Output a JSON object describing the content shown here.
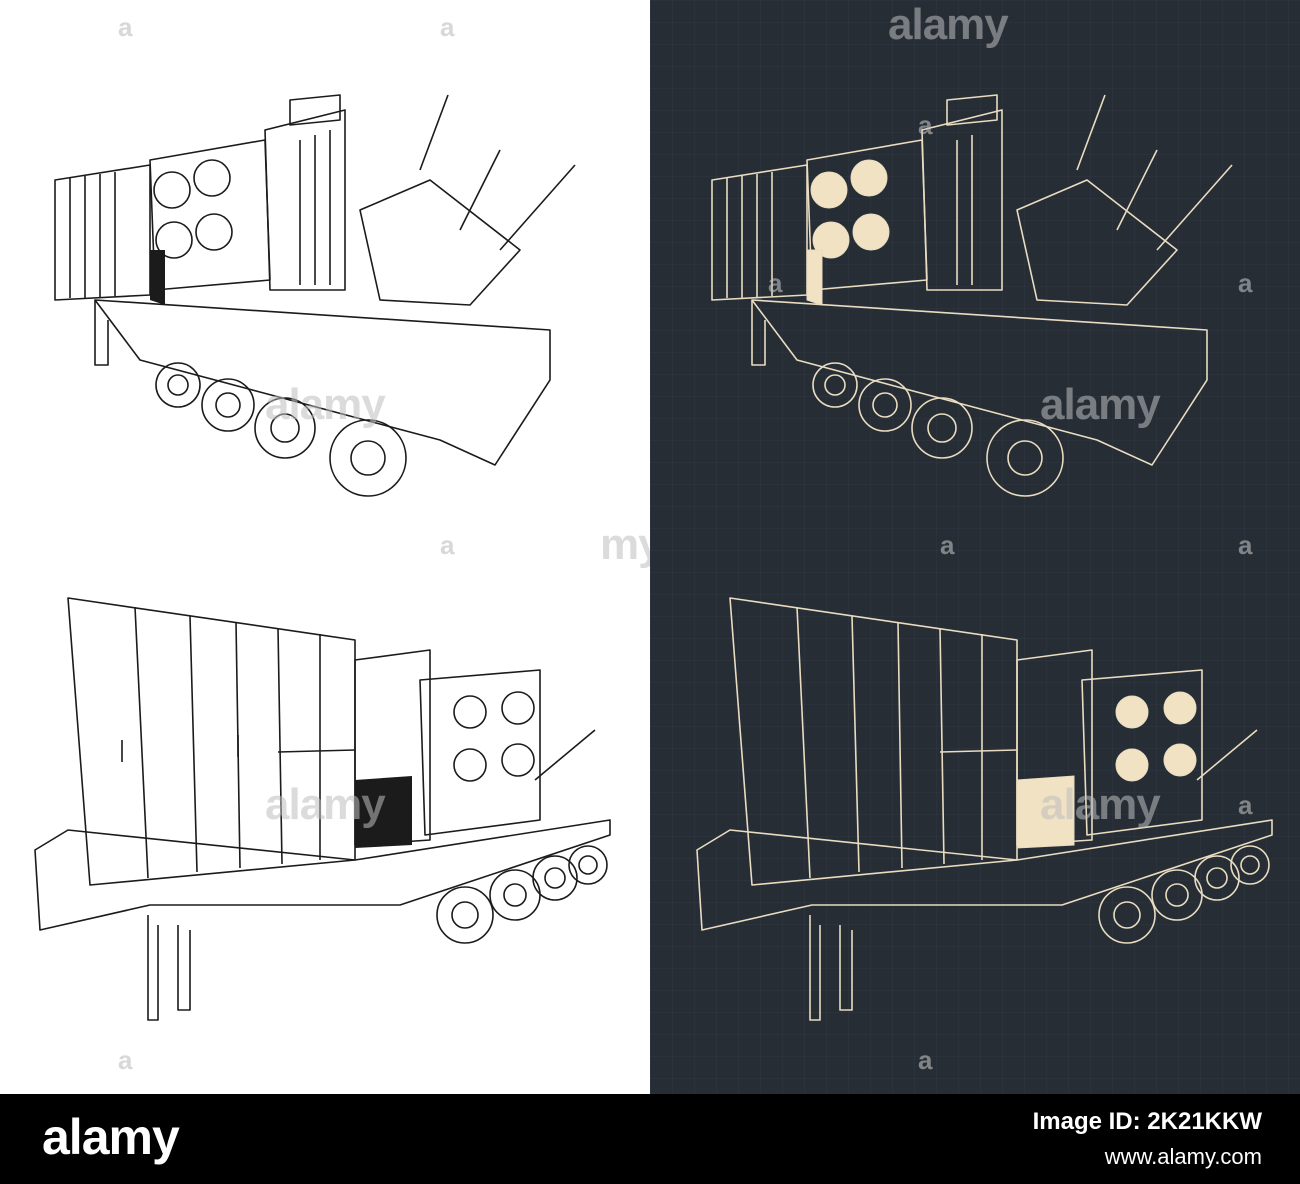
{
  "image": {
    "description_panels": [
      "white line drawing top",
      "dark blueprint top",
      "white line drawing bottom",
      "dark blueprint bottom"
    ],
    "colors": {
      "white_panel": "#ffffff",
      "dark_panel": "#262d35",
      "line_dark": "#1b1b1b",
      "line_light": "#e9dcc0",
      "accent_fill": "#f1e2c3",
      "footer": "#000000"
    }
  },
  "watermarks": {
    "brand": "alamy",
    "partial_left": "my",
    "partial_right": "alamy",
    "glyph": "a"
  },
  "footer": {
    "logo": "alamy",
    "image_id": "Image ID: 2K21KKW",
    "url": "www.alamy.com"
  }
}
